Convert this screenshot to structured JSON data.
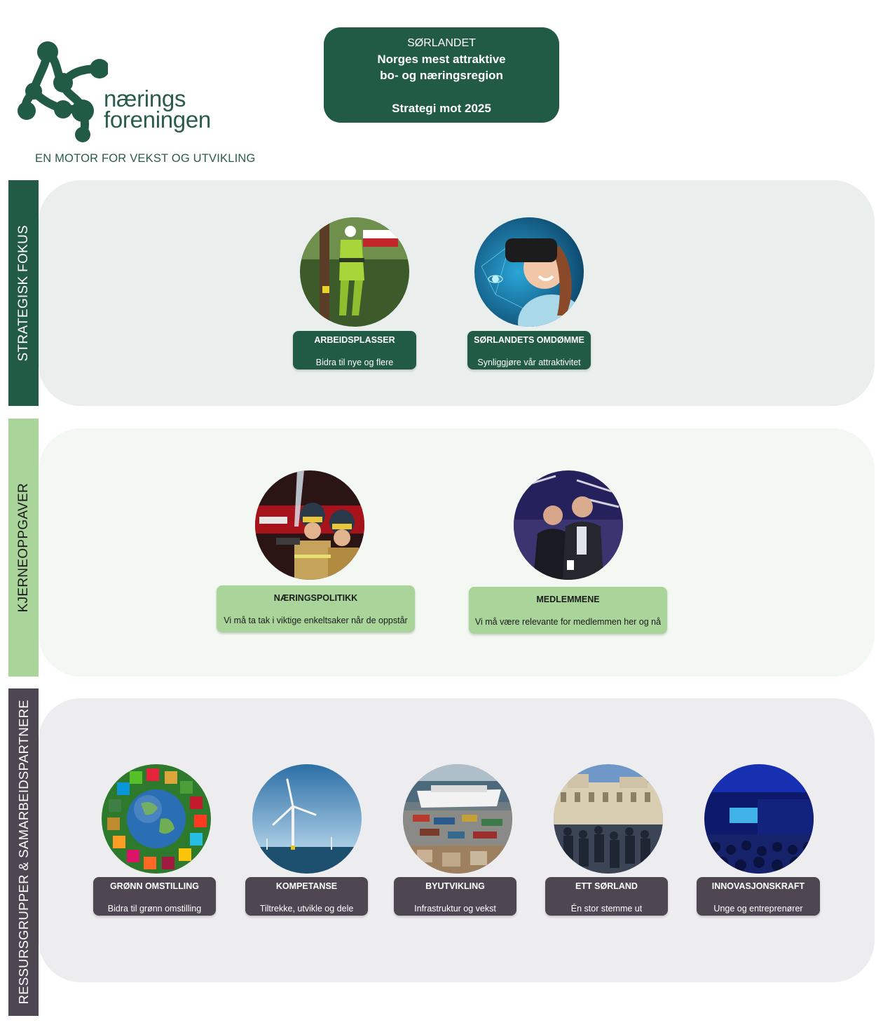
{
  "logo": {
    "word_line1": "nærings",
    "word_line2": "foreningen",
    "tagline": "EN MOTOR FOR VEKST OG UTVIKLING"
  },
  "header": {
    "line1": "SØRLANDET",
    "line2": "Norges mest attraktive",
    "line3": "bo- og næringsregion",
    "line4": "Strategi mot 2025"
  },
  "colors": {
    "dark_green": "#215a45",
    "light_green": "#a9d49a",
    "dark_slate": "#4e4752",
    "panel_grey": "#eaeeec",
    "panel_mint": "#f3f8f2",
    "panel_lavender": "#ededf0"
  },
  "sections": [
    {
      "title": "STRATEGISK FOKUS",
      "items": [
        {
          "title": "ARBEIDSPLASSER",
          "subtitle": "Bidra til nye og flere",
          "image": "lineworker-photo"
        },
        {
          "title": "SØRLANDETS OMDØMME",
          "subtitle": "Synliggjøre vår attraktivitet",
          "image": "vr-headset-photo"
        }
      ]
    },
    {
      "title": "KJERNEOPPGAVER",
      "items": [
        {
          "title": "NÆRINGSPOLITIKK",
          "subtitle": "Vi må ta tak i viktige enkeltsaker når de oppstår",
          "image": "firefighters-photo"
        },
        {
          "title": "MEDLEMMENE",
          "subtitle": "Vi må være relevante for medlemmen her og nå",
          "image": "members-event-photo"
        }
      ]
    },
    {
      "title": "RESSURSGRUPPER & SAMARBEIDSPARTNERE",
      "items": [
        {
          "title": "GRØNN OMSTILLING",
          "subtitle": "Bidra til grønn omstilling",
          "image": "sdg-globe-image"
        },
        {
          "title": "KOMPETANSE",
          "subtitle": "Tiltrekke, utvikle og dele",
          "image": "wind-turbine-photo"
        },
        {
          "title": "BYUTVIKLING",
          "subtitle": "Infrastruktur og vekst",
          "image": "harbour-cruise-photo"
        },
        {
          "title": "ETT SØRLAND",
          "subtitle": "Én stor stemme ut",
          "image": "parliament-crowd-photo"
        },
        {
          "title": "INNOVASJONSKRAFT",
          "subtitle": "Unge og entreprenører",
          "image": "conference-stage-photo"
        }
      ]
    }
  ]
}
